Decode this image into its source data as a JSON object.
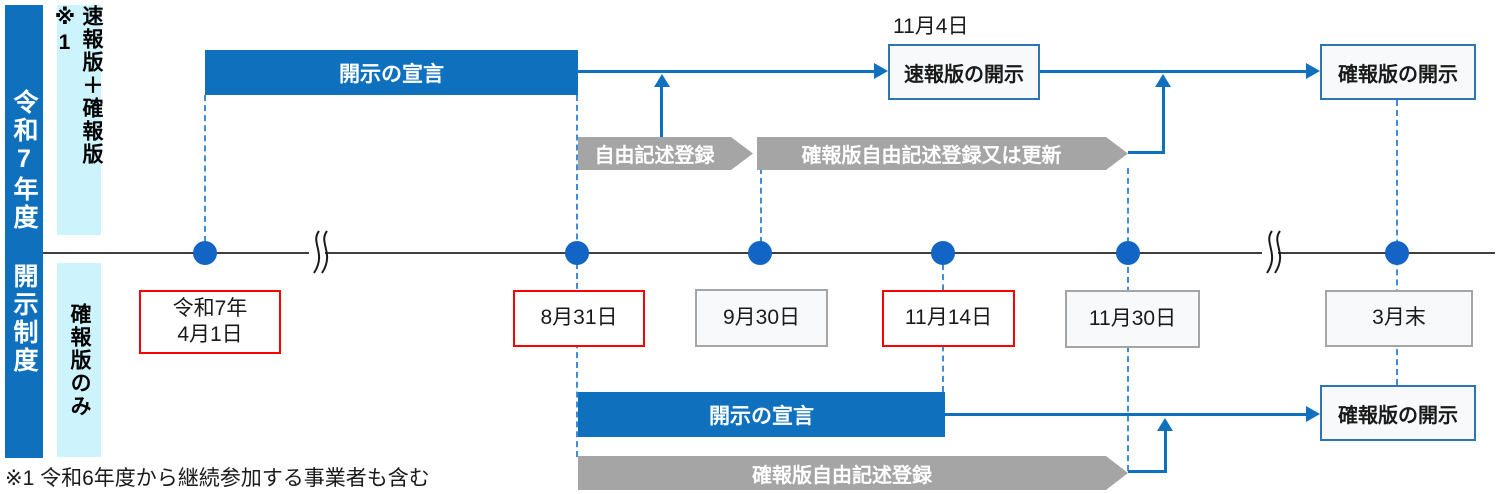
{
  "sidebar": {
    "title": "令和7年度 開示制度",
    "lane_top_label": "速報版＋確報版 ※1",
    "lane_bottom_label": "確報版のみ"
  },
  "timeline": {
    "dates": [
      {
        "line1": "令和7年",
        "line2": "4月1日",
        "highlight": "red"
      },
      {
        "label": "8月31日",
        "highlight": "red"
      },
      {
        "label": "9月30日",
        "highlight": "gray"
      },
      {
        "label": "11月14日",
        "highlight": "red"
      },
      {
        "label": "11月30日",
        "highlight": "gray"
      },
      {
        "label": "3月末",
        "highlight": "gray"
      }
    ]
  },
  "top_lane": {
    "declare_bar": "開示の宣言",
    "free_text_arrow": "自由記述登録",
    "final_free_text_arrow": "確報版自由記述登録又は更新",
    "flash_release_date": "11月4日",
    "flash_release_box": "速報版の開示",
    "final_release_box": "確報版の開示"
  },
  "bottom_lane": {
    "declare_bar": "開示の宣言",
    "final_free_text_arrow": "確報版自由記述登録",
    "final_release_box": "確報版の開示"
  },
  "footnote": "※1 令和6年度から継続参加する事業者も含む",
  "colors": {
    "accent": "#0F70BE",
    "dot": "#1365C5",
    "dashed": "#3F8CD9",
    "gray": "#A5A5A5",
    "cyan": "#CDF3FC",
    "red": "#FF0000",
    "border_blue": "#2E75B6"
  }
}
